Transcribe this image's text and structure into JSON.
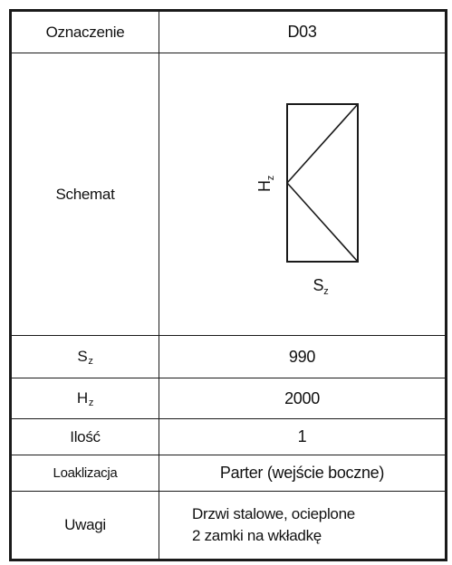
{
  "table": {
    "rows": [
      {
        "label": "Oznaczenie",
        "value": "D03"
      },
      {
        "label": "Schemat"
      },
      {
        "label_base": "S",
        "label_sub": "z",
        "value": "990"
      },
      {
        "label_base": "H",
        "label_sub": "z",
        "value": "2000"
      },
      {
        "label": "Ilość",
        "value": "1"
      },
      {
        "label": "Loaklizacja",
        "value": "Parter (wejście boczne)"
      },
      {
        "label": "Uwagi",
        "value_lines": [
          "Drzwi stalowe, ocieplone",
          "2 zamki na wkładkę"
        ]
      }
    ]
  },
  "schema": {
    "height_label_base": "H",
    "height_label_sub": "z",
    "width_label_base": "S",
    "width_label_sub": "z"
  }
}
